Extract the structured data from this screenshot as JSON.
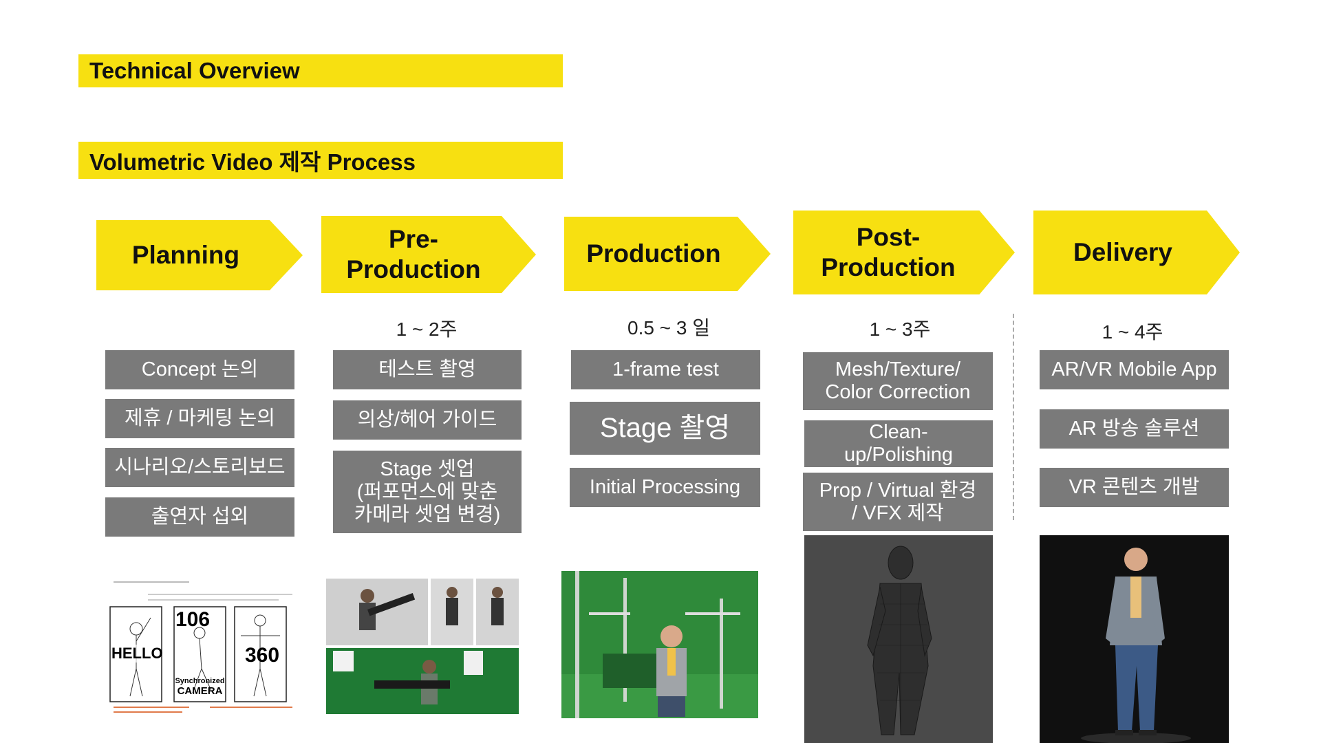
{
  "banners": {
    "top": "Technical Overview",
    "process": "Volumetric Video 제작 Process"
  },
  "stages": [
    {
      "line1": "Planning",
      "line2": ""
    },
    {
      "line1": "Pre-",
      "line2": "Production"
    },
    {
      "line1": "Production",
      "line2": ""
    },
    {
      "line1": "Post-",
      "line2": "Production"
    },
    {
      "line1": "Delivery",
      "line2": ""
    }
  ],
  "durations": {
    "pre_production": "1 ~ 2주",
    "production": "0.5 ~ 3 일",
    "post_production": "1 ~ 3주",
    "delivery": "1 ~ 4주"
  },
  "planning_items": [
    "Concept 논의",
    "제휴 / 마케팅 논의",
    "시나리오/스토리보드",
    "출연자 섭외"
  ],
  "pre_items": {
    "a": "테스트 촬영",
    "b": "의상/헤어 가이드",
    "c1": "Stage 셋업",
    "c2": "(퍼포먼스에 맞춘",
    "c3": "카메라 셋업 변경)"
  },
  "production_items": [
    "1-frame test",
    "Stage 촬영",
    "Initial Processing"
  ],
  "post_items": {
    "a1": "Mesh/Texture/",
    "a2": "Color Correction",
    "b1": "Clean-",
    "b2": "up/Polishing",
    "c1": "Prop / Virtual 환경",
    "c2": "/ VFX 제작"
  },
  "delivery_items": [
    "AR/VR Mobile App",
    "AR 방송 솔루션",
    "VR 콘텐츠 개발"
  ],
  "storyboard": {
    "frame1": "HELLO",
    "frame2_num": "106",
    "frame2_label1": "Synchronized",
    "frame2_label2": "CAMERA",
    "frame3": "360"
  },
  "colors": {
    "accent": "#f7e011",
    "box": "#7a7a7a",
    "green_screen": "#2f8a3a"
  }
}
